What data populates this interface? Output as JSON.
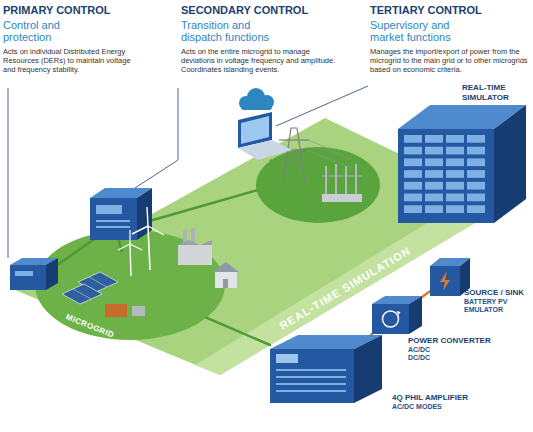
{
  "diagram": {
    "nodes": [
      {
        "text": [
          "REAL-TIME SIMULATION"
        ]
      },
      {
        "text": [
          "MICROGRID"
        ],
        "in": 0
      },
      {
        "text": [
          "REAL-TIME SIMULATOR"
        ]
      },
      {
        "text": [
          "4Q PHIL AMPLIFIER",
          "AC/DC MODES"
        ]
      },
      {
        "text": [
          "POWER CONVERTER",
          "AC/DC DC/DC"
        ]
      },
      {
        "text": [
          "SOURCE / SINK",
          "BATTERY PV EMULATOR"
        ]
      }
    ],
    "edges": [
      {
        "from": 1,
        "to": 3,
        "arrow": "none"
      },
      {
        "from": 3,
        "to": 4,
        "arrow": "none"
      },
      {
        "from": 4,
        "to": 5,
        "arrow": "none"
      }
    ],
    "labels": [
      "PRIMARY CONTROL",
      "Control and protection",
      "Acts on individual Distributed Energy Resources (DERs) to maintain voltage and frequency stability.",
      "SECONDARY CONTROL",
      "Transition and dispatch functions",
      "Acts on the entire microgrid to manage deviations in voltage frequency and amplitude. Coordinates islanding events.",
      "TERTIARY CONTROL",
      "Supervisory and market functions",
      "Manages the import/export of power from the microgrid to the main grid or to other microgrids based on economic criteria."
    ]
  }
}
